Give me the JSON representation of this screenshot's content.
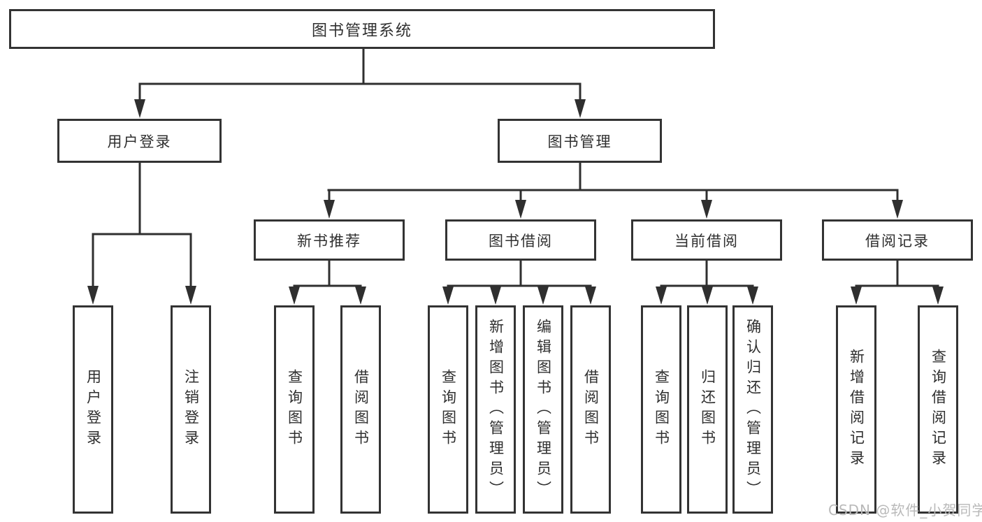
{
  "diagram_title": "图书管理系统",
  "nodes": {
    "root": {
      "label": "图书管理系统"
    },
    "user_login": {
      "label": "用户登录"
    },
    "book_management": {
      "label": "图书管理"
    },
    "new_book_recommend": {
      "label": "新书推荐"
    },
    "book_borrow": {
      "label": "图书借阅"
    },
    "current_borrow": {
      "label": "当前借阅"
    },
    "borrow_record": {
      "label": "借阅记录"
    },
    "leaf_user_login": {
      "label": "用户登录"
    },
    "leaf_logout": {
      "label": "注销登录"
    },
    "leaf_nb_query": {
      "label": "查询图书"
    },
    "leaf_nb_borrow": {
      "label": "借阅图书"
    },
    "leaf_bb_query": {
      "label": "查询图书"
    },
    "leaf_bb_add": {
      "label": "新增图书（管理员）"
    },
    "leaf_bb_edit": {
      "label": "编辑图书（管理员）"
    },
    "leaf_bb_borrow": {
      "label": "借阅图书"
    },
    "leaf_cb_query": {
      "label": "查询图书"
    },
    "leaf_cb_return": {
      "label": "归还图书"
    },
    "leaf_cb_confirm": {
      "label": "确认归还（管理员）"
    },
    "leaf_br_add": {
      "label": "新增借阅记录"
    },
    "leaf_br_query": {
      "label": "查询借阅记录"
    }
  },
  "hierarchy": {
    "图书管理系统": {
      "用户登录": [
        "用户登录",
        "注销登录"
      ],
      "图书管理": {
        "新书推荐": [
          "查询图书",
          "借阅图书"
        ],
        "图书借阅": [
          "查询图书",
          "新增图书（管理员）",
          "编辑图书（管理员）",
          "借阅图书"
        ],
        "当前借阅": [
          "查询图书",
          "归还图书",
          "确认归还（管理员）"
        ],
        "借阅记录": [
          "新增借阅记录",
          "查询借阅记录"
        ]
      }
    }
  },
  "watermark": {
    "text": "CSDN @软件_小贺同学"
  },
  "colors": {
    "line": "#2f2f2f",
    "box_border": "#333333",
    "text": "#2f2f2f",
    "watermark": "#b9b9b9",
    "background": "#ffffff"
  }
}
